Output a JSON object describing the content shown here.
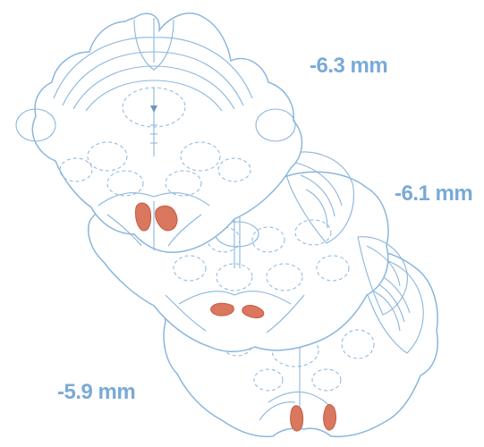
{
  "figure": {
    "line_color": "#8ab6dc",
    "label_color": "#7aaad6",
    "lesion_color": "#d9775f"
  },
  "sections": [
    {
      "id": "posterior",
      "label": "-6.3 mm"
    },
    {
      "id": "middle",
      "label": "-6.1 mm"
    },
    {
      "id": "anterior",
      "label": "-5.9 mm"
    }
  ]
}
